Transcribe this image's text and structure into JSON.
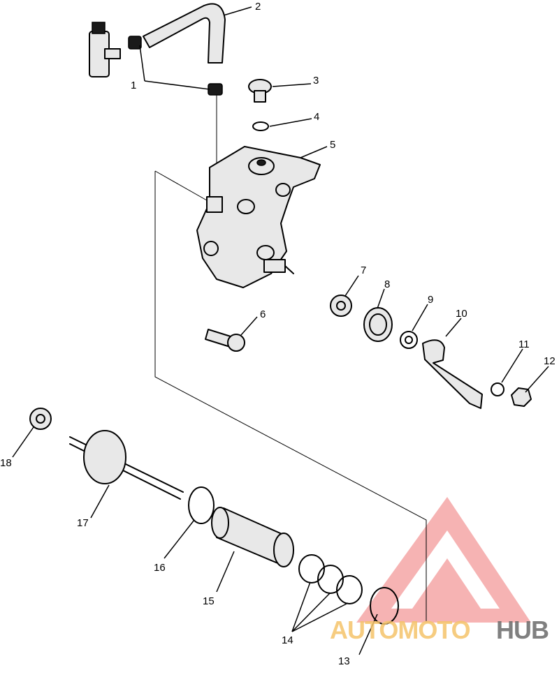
{
  "callouts": [
    {
      "id": "1",
      "text": "1"
    },
    {
      "id": "2",
      "text": "2"
    },
    {
      "id": "3",
      "text": "3"
    },
    {
      "id": "4",
      "text": "4"
    },
    {
      "id": "5",
      "text": "5"
    },
    {
      "id": "6",
      "text": "6"
    },
    {
      "id": "7",
      "text": "7"
    },
    {
      "id": "8",
      "text": "8"
    },
    {
      "id": "9",
      "text": "9"
    },
    {
      "id": "10",
      "text": "10"
    },
    {
      "id": "11",
      "text": "11"
    },
    {
      "id": "12",
      "text": "12"
    },
    {
      "id": "13",
      "text": "13"
    },
    {
      "id": "14",
      "text": "14"
    },
    {
      "id": "15",
      "text": "15"
    },
    {
      "id": "16",
      "text": "16"
    },
    {
      "id": "17",
      "text": "17"
    },
    {
      "id": "18",
      "text": "18"
    }
  ],
  "watermark": {
    "part1": "AUTOMOTO",
    "part2": "HUB",
    "color_primary": "#f08080",
    "color_secondary": "#f5c46a",
    "color_text_dark": "#6b6b6b"
  }
}
